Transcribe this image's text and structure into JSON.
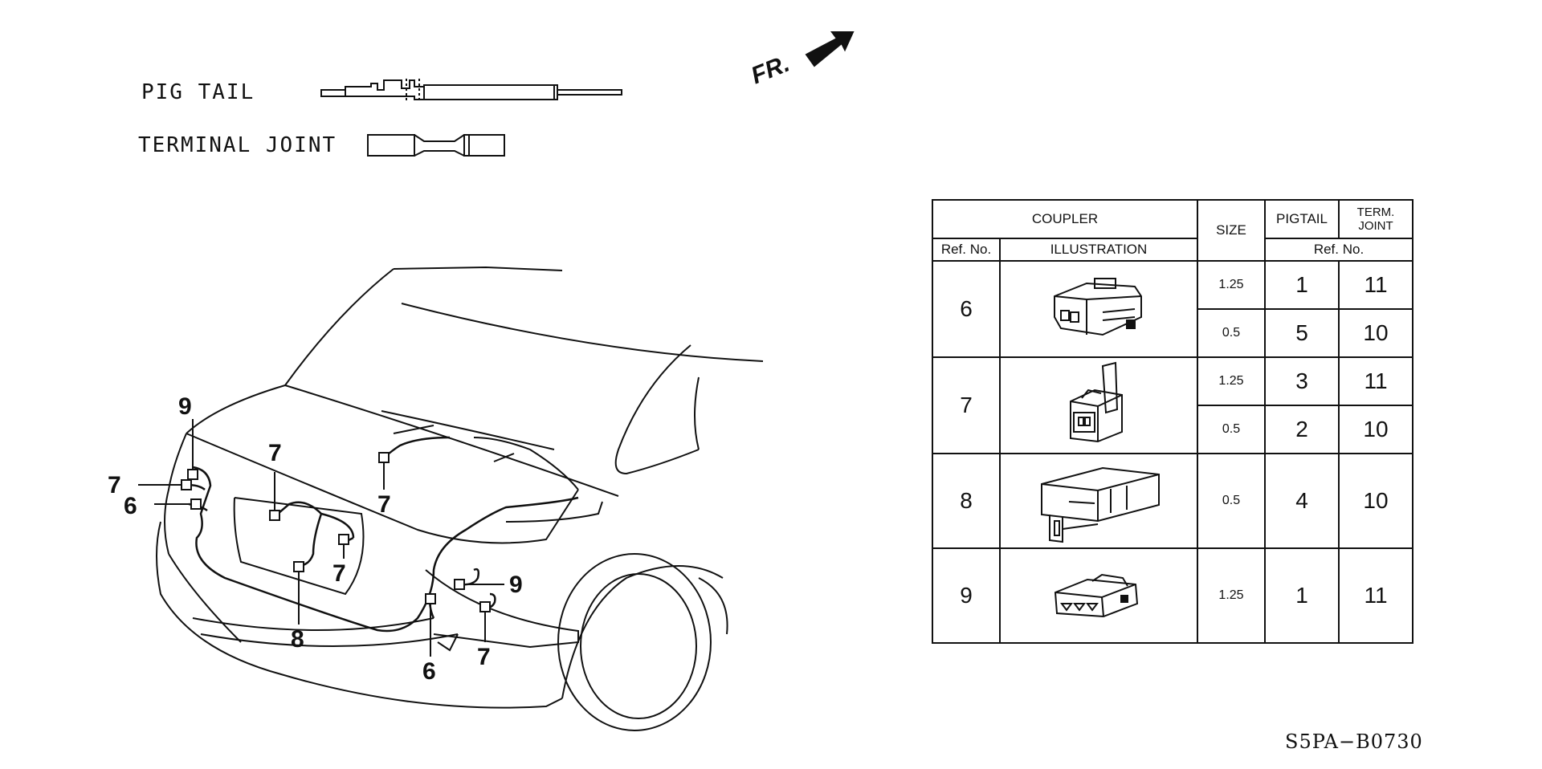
{
  "legend": {
    "pig_tail": "PIG TAIL",
    "terminal_joint": "TERMINAL JOINT"
  },
  "direction_label": "FR.",
  "part_code": "S5PA−B0730",
  "callouts": {
    "c9_left": "9",
    "c7_left": "7",
    "c6_left": "6",
    "c7_plate_left": "7",
    "c7_trunk": "7",
    "c7_plate_right": "7",
    "c8": "8",
    "c9_right": "9",
    "c6_right": "6",
    "c7_right": "7"
  },
  "table": {
    "headers": {
      "coupler": "COUPLER",
      "size": "SIZE",
      "pigtail": "PIGTAIL",
      "term_joint": "TERM. JOINT",
      "ref_no": "Ref. No.",
      "illustration": "ILLUSTRATION",
      "ref_no_right": "Ref. No."
    },
    "rows": [
      {
        "ref": "6",
        "size1": "1.25",
        "pig1": "1",
        "term1": "11",
        "size2": "0.5",
        "pig2": "5",
        "term2": "10"
      },
      {
        "ref": "7",
        "size1": "1.25",
        "pig1": "3",
        "term1": "11",
        "size2": "0.5",
        "pig2": "2",
        "term2": "10"
      },
      {
        "ref": "8",
        "size": "0.5",
        "pig": "4",
        "term": "10"
      },
      {
        "ref": "9",
        "size": "1.25",
        "pig": "1",
        "term": "11"
      }
    ]
  }
}
